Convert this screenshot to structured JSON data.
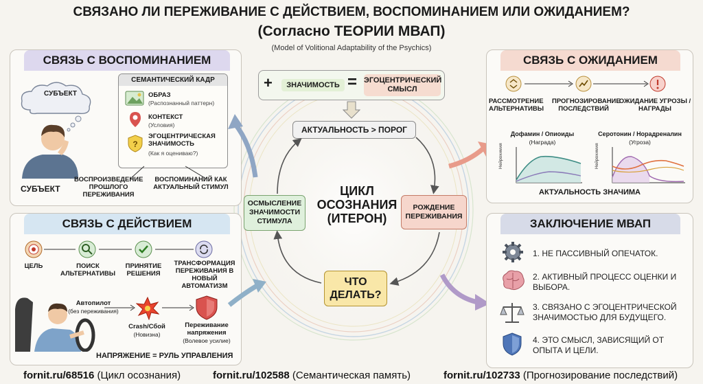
{
  "title_line1": "СВЯЗАНО ЛИ ПЕРЕЖИВАНИЕ С ДЕЙСТВИЕМ, ВОСПОМИНАНИЕМ ИЛИ ОЖИДАНИЕМ?",
  "title_line2": "(Согласно ТЕОРИИ МВАП)",
  "subtitle": "(Model of Volitional Adaptability of the Psychics)",
  "memory": {
    "header": "СВЯЗЬ С ВОСПОМИНАНИЕМ",
    "cloud_label": "СУБЪЕКТ",
    "person_label": "СУБЪЕКТ",
    "frame_title": "СЕМАНТИЧЕСКИЙ КАДР",
    "items": [
      {
        "title": "ОБРАЗ",
        "sub": "(Распознанный паттерн)"
      },
      {
        "title": "КОНТЕКСТ",
        "sub": "(Условия)"
      },
      {
        "title": "ЭГОЦЕНТРИЧЕСКАЯ ЗНАЧИМОСТЬ",
        "sub": "(Как я оцениваю?)"
      }
    ],
    "caption_left": "ВОСПРОИЗВЕДЕНИЕ ПРОШЛОГО ПЕРЕЖИВАНИЯ",
    "caption_right": "ВОСПОМИНАНИЙ КАК АКТУАЛЬНЫЙ СТИМУЛ"
  },
  "action": {
    "header": "СВЯЗЬ С ДЕЙСТВИЕМ",
    "steps": [
      "ЦЕЛЬ",
      "ПОИСК АЛЬТЕРНАТИВЫ",
      "ПРИНЯТИЕ РЕШЕНИЯ",
      "ТРАНСФОРМАЦИЯ ПЕРЕЖИВАНИЯ В НОВЫЙ АВТОМАТИЗМ"
    ],
    "autopilot": "Автопилот",
    "autopilot_sub": "(без переживания)",
    "crash": "Crash/Сбой",
    "crash_sub": "(Новизна)",
    "tension": "Переживание напряжения",
    "tension_sub": "(Волевое усилие)",
    "formula": "НАПРЯЖЕНИЕ = РУЛЬ УПРАВЛЕНИЯ"
  },
  "cycle": {
    "formula_plus": "+",
    "formula_left": "ЗНАЧИМОСТЬ",
    "formula_eq": "=",
    "formula_right": "ЭГОЦЕНТРИЧЕСКИЙ СМЫСЛ",
    "threshold": "АКТУАЛЬНОСТЬ > ПОРОГ",
    "center": "ЦИКЛ ОСОЗНАНИЯ (ИТЕРОН)",
    "left_box": "ОСМЫСЛЕНИЕ ЗНАЧИМОСТИ СТИМУЛА",
    "right_box": "РОЖДЕНИЕ ПЕРЕЖИВАНИЯ",
    "bottom_box": "ЧТО ДЕЛАТЬ?"
  },
  "expectation": {
    "header": "СВЯЗЬ С ОЖИДАНИЕМ",
    "steps": [
      "РАССМОТРЕНИЕ АЛЬТЕРНАТИВЫ",
      "ПРОГНОЗИРОВАНИЕ ПОСЛЕДСТВИЙ",
      "ОЖИДАНИЕ УГРОЗЫ / НАГРАДЫ"
    ],
    "chart1_title": "Дофамин / Опиоиды",
    "chart1_sub": "(Награда)",
    "chart2_title": "Серотонин / Норадреналин",
    "chart2_sub": "(Угроза)",
    "axis_label": "Нейрохимия",
    "footer": "АКТУАЛЬНОСТЬ ЗНАЧИМА"
  },
  "conclusion": {
    "header": "ЗАКЛЮЧЕНИЕ МВАП",
    "items": [
      "1. НЕ ПАССИВНЫЙ ОПЕЧАТОК.",
      "2. АКТИВНЫЙ ПРОЦЕСС ОЦЕНКИ И ВЫБОРА.",
      "3. СВЯЗАНО С ЭГОЦЕНТРИЧЕСКОЙ ЗНАЧИМОСТЬЮ ДЛЯ БУДУЩЕГО.",
      "4. ЭТО СМЫСЛ, ЗАВИСЯЩИЙ ОТ ОПЫТА И ЦЕЛИ."
    ]
  },
  "footer": {
    "link1": "fornit.ru/68516",
    "link1_sub": "(Цикл осознания)",
    "link2": "fornit.ru/102588",
    "link2_sub": "(Семантическая память)",
    "link3": "fornit.ru/102733",
    "link3_sub": "(Прогнозирование последствий)"
  },
  "colors": {
    "memory_header": "#ddd8ee",
    "action_header": "#d6e6f2",
    "expect_header": "#f5dad0",
    "concl_header": "#d7dbe8",
    "formula_bg": "#e8f2dc",
    "formula_right_bg": "#f4d8cc",
    "left_box_bg": "#dff0dc",
    "right_box_bg": "#f6d6cc",
    "bottom_box_bg": "#f9e7a8"
  }
}
